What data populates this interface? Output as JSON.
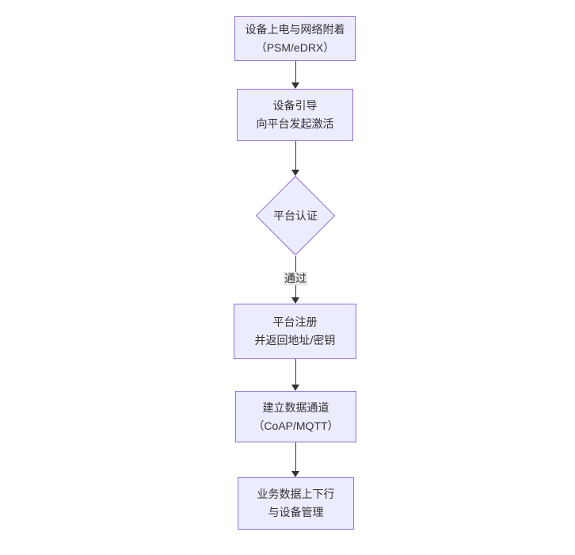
{
  "flowchart": {
    "nodes": [
      {
        "id": "power-network-attach",
        "lines": [
          "设备上电与网络附着",
          "（PSM/eDRX）"
        ]
      },
      {
        "id": "device-bootstrap",
        "lines": [
          "设备引导",
          "向平台发起激活"
        ]
      },
      {
        "id": "platform-register",
        "lines": [
          "平台注册",
          "并返回地址/密钥"
        ]
      },
      {
        "id": "data-channel",
        "lines": [
          "建立数据通道",
          "（CoAP/MQTT）"
        ]
      },
      {
        "id": "business-data",
        "lines": [
          "业务数据上下行",
          "与设备管理"
        ]
      }
    ],
    "decision_label": "平台认证",
    "edge_label": "通过",
    "colors": {
      "node_fill": "#ECECFF",
      "node_border": "#9370DB",
      "edge": "#333333",
      "edge_label_bg": "#e8e8e8",
      "text": "#333333",
      "background": "#ffffff"
    }
  }
}
